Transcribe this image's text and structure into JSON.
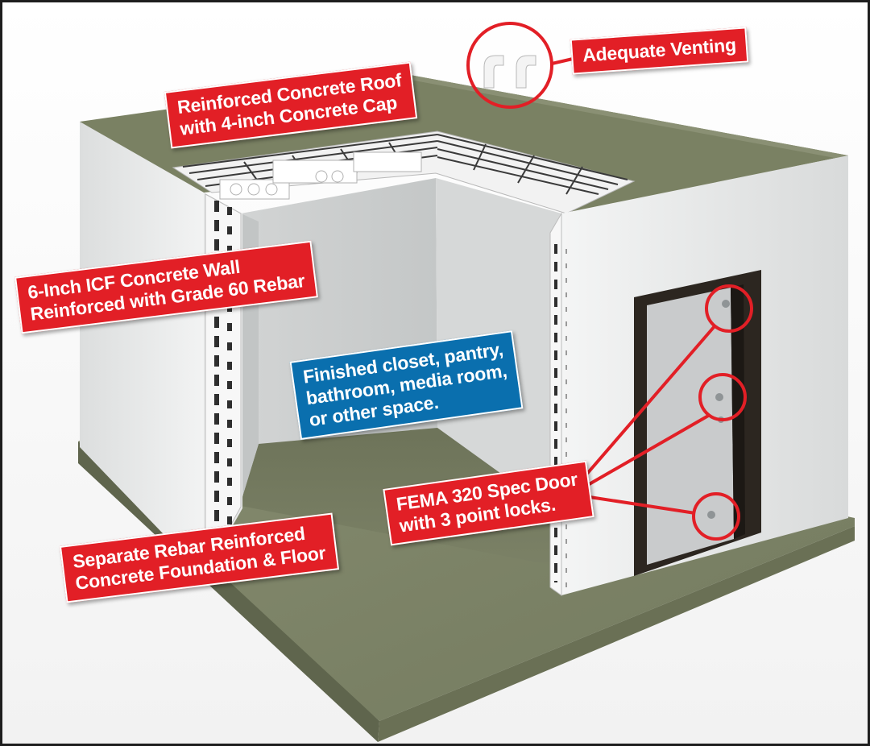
{
  "callouts": {
    "venting": {
      "line1": "Adequate Venting",
      "color": "#e21f26"
    },
    "roof": {
      "line1": "Reinforced Concrete Roof",
      "line2": "with 4-inch Concrete Cap",
      "color": "#e21f26"
    },
    "wall": {
      "line1": "6-Inch ICF Concrete Wall",
      "line2": "Reinforced with Grade 60 Rebar",
      "color": "#e21f26"
    },
    "space": {
      "line1": "Finished closet, pantry,",
      "line2": "bathroom, media room,",
      "line3": "or other space.",
      "color": "#0a6fae"
    },
    "door": {
      "line1": "FEMA 320 Spec Door",
      "line2": "with 3 point locks.",
      "color": "#e21f26"
    },
    "foundation": {
      "line1": "Separate Rebar Reinforced",
      "line2": "Concrete Foundation & Floor",
      "color": "#e21f26"
    }
  },
  "colors": {
    "concrete_green": "#7d8466",
    "wall_white": "#e9eaea",
    "door_frame": "#2c2620",
    "door_panel": "#c9cbcc"
  }
}
